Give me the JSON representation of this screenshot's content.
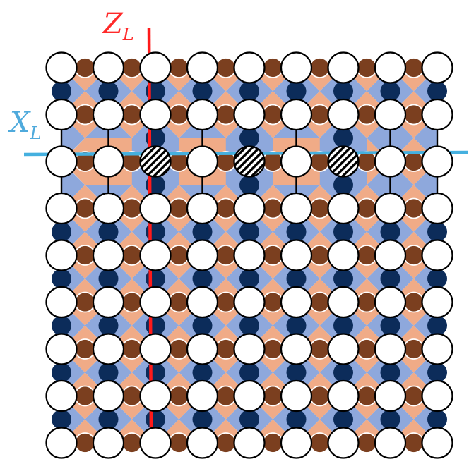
{
  "labels": {
    "z_axis": {
      "main": "Z",
      "sub": "L"
    },
    "x_axis": {
      "main": "X",
      "sub": "L"
    }
  },
  "colors": {
    "qubit_fill": "#ffffff",
    "qubit_stroke": "#000000",
    "z_stabilizer": "#f0ab87",
    "x_stabilizer": "#8ea8dc",
    "z_ancilla": "#7b3f1f",
    "x_ancilla": "#0c2c5a",
    "z_logical": "#ff1a1a",
    "x_logical": "#45b0df",
    "hatch": "#000000"
  },
  "lattice": {
    "data_qubit_rows": 9,
    "data_qubit_cols": 9,
    "measured_qubits": [
      [
        2,
        2
      ],
      [
        2,
        4
      ],
      [
        2,
        6
      ]
    ]
  }
}
